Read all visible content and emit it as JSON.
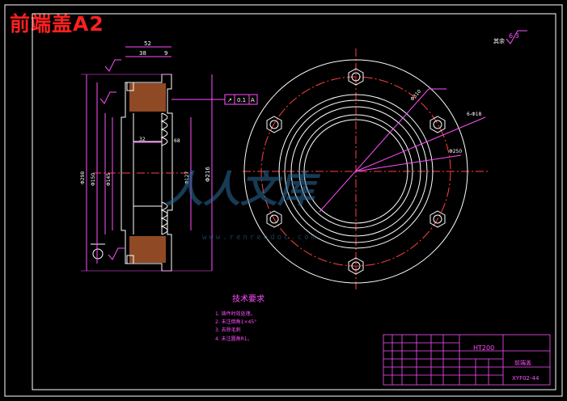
{
  "title": "前端盖A2",
  "roughness_label": "其余",
  "roughness_value": "6.3",
  "side_view": {
    "dimensions": {
      "total_width": "52",
      "step_width": "38",
      "small_width": "9",
      "bore_depth": "32",
      "d1": "Φ298",
      "d2": "Φ150",
      "d3": "Φ145",
      "d4": "Φ127",
      "d5": "Φ216",
      "d6": "68"
    },
    "tolerance_frame": [
      "↗",
      "0.1",
      "A"
    ],
    "datum": "A"
  },
  "front_view": {
    "callouts": [
      "Φ310",
      "6-Φ18",
      "Φ250"
    ]
  },
  "notes": {
    "heading": "技术要求",
    "items": [
      "1. 铸件时效处理。",
      "2. 未注倒角1×45°",
      "3. 去除毛刺",
      "4. 未注圆角R1。"
    ]
  },
  "title_block": {
    "material": "HT200",
    "part_name": "前端盖",
    "drawing_no": "XYF02-44"
  },
  "watermark": {
    "text": "人人文库",
    "url": "www.renrendoc.com"
  }
}
